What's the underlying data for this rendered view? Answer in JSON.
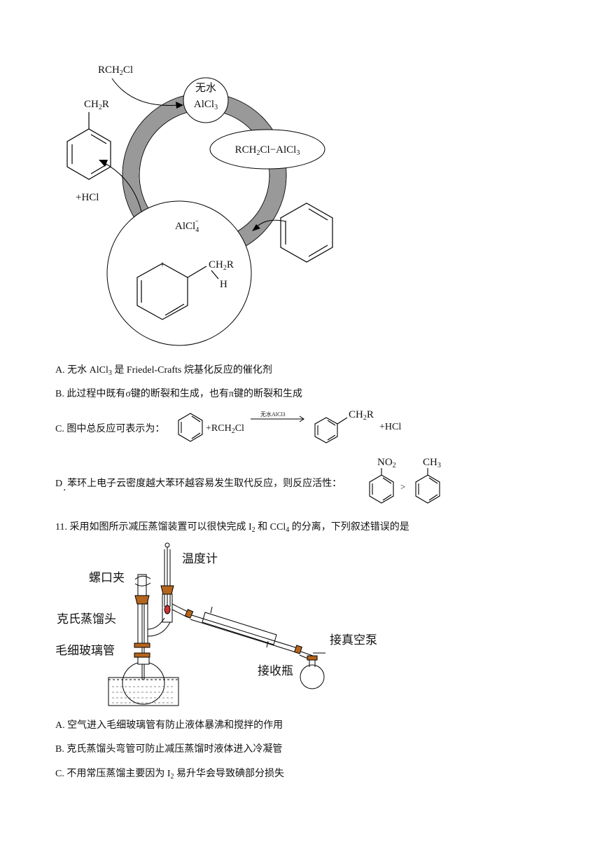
{
  "diagram1": {
    "rch2cl": "RCH2Cl",
    "anhydrous": "无水",
    "alcl3": "AlCl3",
    "complex": "RCH2Cl−AlCl3",
    "ch2r": "CH2R",
    "hcl": "+HCl",
    "alcl4": "AlCl4⁻",
    "plus": "+",
    "ch2r2": "CH2R",
    "h": "H"
  },
  "options10": {
    "a": {
      "prefix": "A.  无水 AlCl",
      "sub": "3",
      "rest": " 是 Friedel-Crafts 烷基化反应的催化剂"
    },
    "b": "B.  此过程中既有σ键的断裂和生成，也有π键的断裂和生成",
    "c": {
      "prefix": "C.  图中总反应可表示为：",
      "reagent": "+RCH2Cl",
      "catalyst": "无水AlCl3",
      "product": "CH2R",
      "hcl": "+HCl"
    },
    "d": {
      "prefix": "D",
      "text": "苯环上电子云密度越大苯环越容易发生取代反应，则反应活性：",
      "no2": "NO2",
      "gt": ">",
      "ch3": "CH3",
      "dot": "·"
    }
  },
  "q11": {
    "stem_a": "11.  采用如图所示减压蒸馏装置可以很快完成 I",
    "stem_sub1": "2",
    "stem_b": " 和 CCl",
    "stem_sub2": "4",
    "stem_c": " 的分离，下列叙述错误的是"
  },
  "diagram2": {
    "thermometer": "温度计",
    "screw_clamp": "螺口夹",
    "claisen": "克氏蒸馏头",
    "capillary": "毛细玻璃管",
    "vacuum": "接真空泵",
    "receiver": "接收瓶"
  },
  "options11": {
    "a": "A.  空气进入毛细玻璃管有防止液体暴沸和搅拌的作用",
    "b": "B.  克氏蒸馏头弯管可防止减压蒸馏时液体进入冷凝管",
    "c": {
      "prefix": "C.  不用常压蒸馏主要因为 I",
      "sub": "2",
      "rest": " 易升华会导致碘部分损失"
    }
  }
}
